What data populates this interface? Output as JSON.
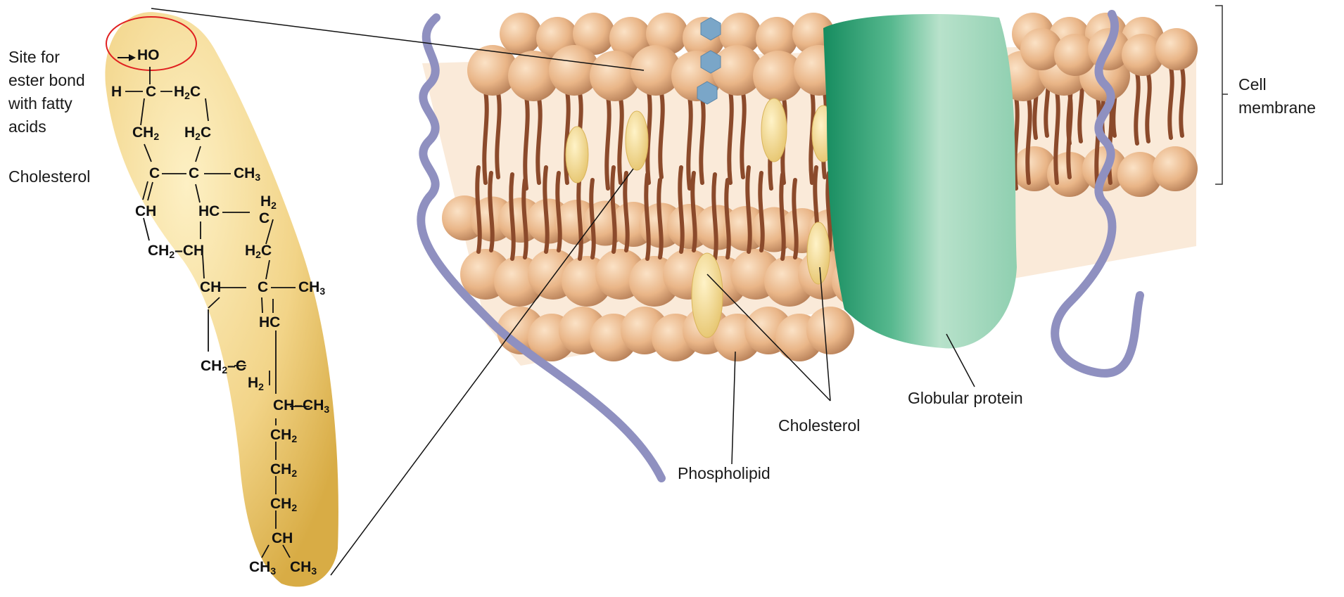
{
  "labels": {
    "site": [
      "Site for",
      "ester bond",
      "with fatty",
      "acids"
    ],
    "cholesterol_left": "Cholesterol",
    "cell_membrane": [
      "Cell",
      "membrane"
    ],
    "globular_protein": "Globular protein",
    "cholesterol_right": "Cholesterol",
    "phospholipid": "Phospholipid"
  },
  "structure": {
    "HO": "HO",
    "H": "H",
    "C": "C",
    "H2C": "H",
    "CH2": "CH",
    "CH": "CH",
    "HC": "HC",
    "CH3": "CH",
    "sub2": "2",
    "sub3": "3",
    "H2": "H",
    "dash": "–"
  },
  "colors": {
    "molecule_fill": "#f0cf78",
    "head_fill": "#e8b88a",
    "tail": "#8b4a2b",
    "protein": "#2f9c73",
    "protein_light": "#a9d9bf",
    "chain": "#8f90c0",
    "highlight_circle": "#e02020",
    "carb": "#7aa6c8"
  }
}
